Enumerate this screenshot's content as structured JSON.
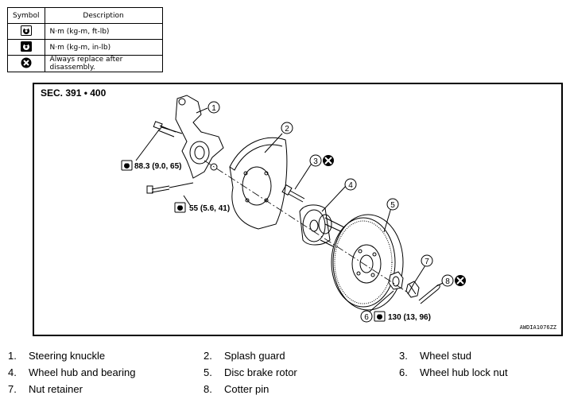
{
  "legend": {
    "header_symbol": "Symbol",
    "header_description": "Description",
    "rows": [
      {
        "icon": "torque-wrench-icon",
        "description": "N·m (kg-m, ft-lb)"
      },
      {
        "icon": "torque-wrench-inlb-icon",
        "description": "N·m (kg-m, in-lb)"
      },
      {
        "icon": "always-replace-icon",
        "description": "Always replace after disassembly."
      }
    ]
  },
  "diagram": {
    "section": "SEC. 391 • 400",
    "figure_code": "AWDIA1076ZZ",
    "callouts": [
      "1",
      "2",
      "3",
      "4",
      "5",
      "6",
      "7",
      "8"
    ],
    "torques": {
      "knuckle_upper": "88.3 (9.0, 65)",
      "knuckle_lower": "55 (5.6, 41)",
      "hub_nut": "130 (13, 96)"
    }
  },
  "parts": [
    {
      "num": "1.",
      "name": "Steering knuckle"
    },
    {
      "num": "2.",
      "name": "Splash guard"
    },
    {
      "num": "3.",
      "name": "Wheel stud"
    },
    {
      "num": "4.",
      "name": "Wheel hub and bearing"
    },
    {
      "num": "5.",
      "name": "Disc brake rotor"
    },
    {
      "num": "6.",
      "name": "Wheel hub lock nut"
    },
    {
      "num": "7.",
      "name": "Nut retainer"
    },
    {
      "num": "8.",
      "name": "Cotter pin"
    }
  ]
}
